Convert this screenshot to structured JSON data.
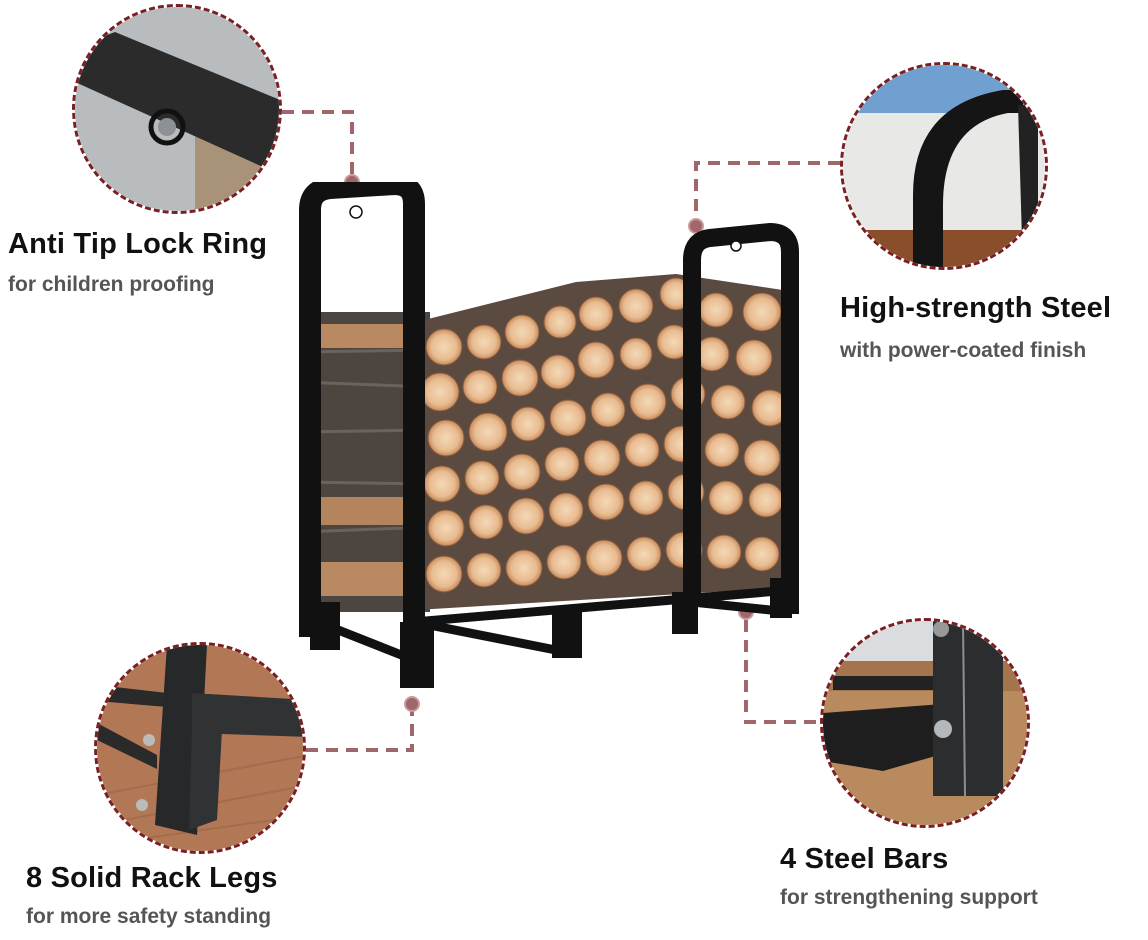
{
  "features": [
    {
      "id": "lock-ring",
      "title": "Anti Tip Lock Ring",
      "subtitle": "for children proofing"
    },
    {
      "id": "steel",
      "title": "High-strength Steel",
      "subtitle": "with power-coated finish"
    },
    {
      "id": "legs",
      "title": "8 Solid Rack Legs",
      "subtitle": "for more safety standing"
    },
    {
      "id": "bars",
      "title": "4 Steel Bars",
      "subtitle": "for strengthening support"
    }
  ],
  "colors": {
    "connector": "#a0676b",
    "callout_border": "#7a1f24",
    "frame": "#111111",
    "title": "#111111",
    "subtitle": "#555555"
  },
  "icons": {
    "callout_lock_ring": "lock-ring-closeup-icon",
    "callout_steel": "steel-frame-closeup-icon",
    "callout_legs": "rack-leg-closeup-icon",
    "callout_bars": "steel-bar-closeup-icon",
    "product": "firewood-rack-icon"
  }
}
